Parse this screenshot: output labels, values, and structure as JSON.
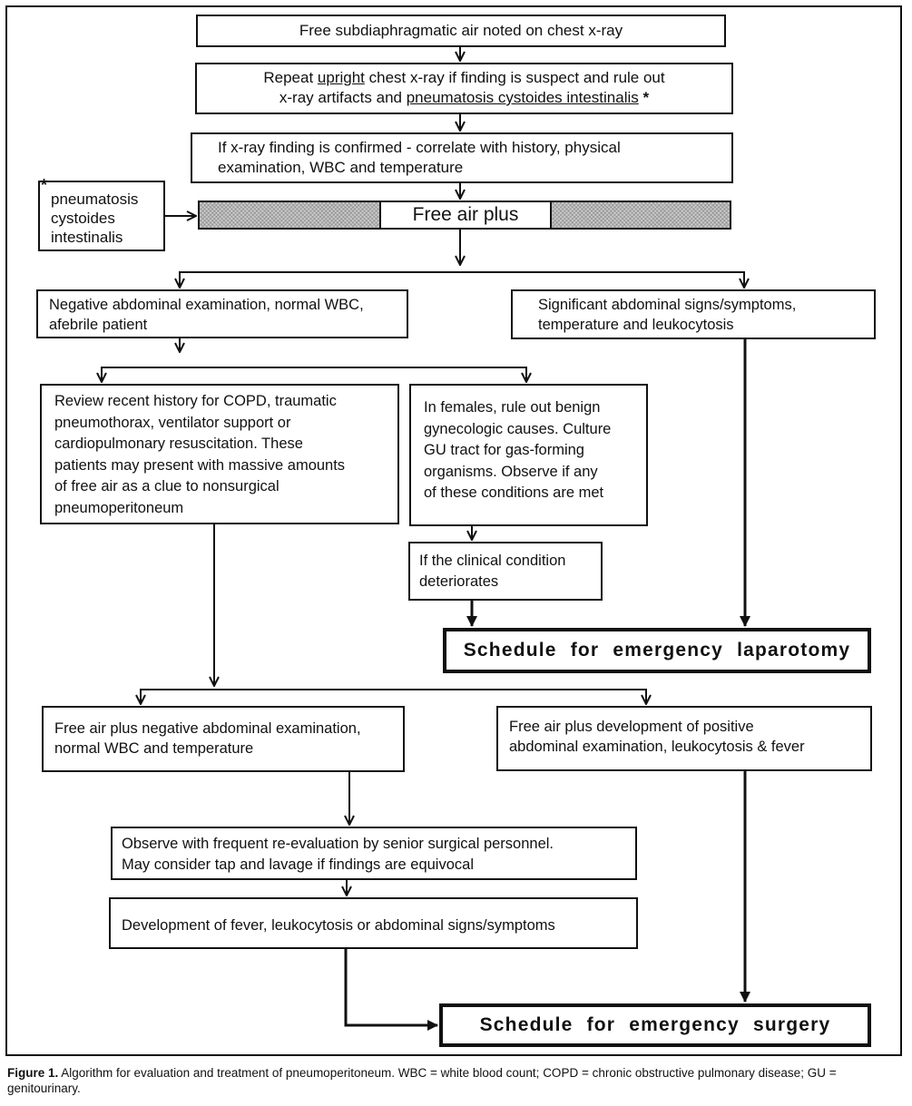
{
  "nodes": {
    "n1": "Free subdiaphragmatic air noted on chest x-ray",
    "n2": {
      "line1_a": "Repeat ",
      "line1_u": "upright",
      "line1_b": " chest x-ray if finding is suspect and rule out",
      "line2_a": "x-ray artifacts and ",
      "line2_u": "pneumatosis cystoides intestinalis",
      "line2_star": " *"
    },
    "n3": {
      "line1": "If x-ray finding is confirmed - correlate with history, physical",
      "line2": "examination, WBC and temperature"
    },
    "free_air_plus": "Free air plus",
    "note": {
      "star": "*",
      "line1": "pneumatosis",
      "line2": "cystoides",
      "line3": "intestinalis"
    },
    "neg_exam": {
      "line1": "Negative abdominal examination, normal WBC,",
      "line2": "afebrile patient"
    },
    "sig_signs": {
      "line1": "Significant abdominal signs/symptoms,",
      "line2": "temperature and leukocytosis"
    },
    "review": {
      "line1": "Review recent history for COPD, traumatic",
      "line2": "pneumothorax, ventilator support or",
      "line3": "cardiopulmonary resuscitation.  These",
      "line4": "patients may present with massive amounts",
      "line5": "of free air as a clue to nonsurgical",
      "line6": "pneumoperitoneum"
    },
    "females": {
      "line1": "In females, rule out benign",
      "line2": "gynecologic causes.  Culture",
      "line3": "GU tract for gas-forming",
      "line4": "organisms.  Observe if any",
      "line5": "of these conditions are met"
    },
    "deteriorates": {
      "line1": "If the clinical condition",
      "line2": "deteriorates"
    },
    "laparotomy": "Schedule for emergency laparotomy",
    "neg_free_air": {
      "line1": "Free air plus negative abdominal examination,",
      "line2": "normal WBC and temperature"
    },
    "pos_free_air": {
      "line1": "Free air plus development of positive",
      "line2": "abdominal examination, leukocytosis & fever"
    },
    "observe": {
      "line1": "Observe with frequent re-evaluation by senior surgical personnel.",
      "line2": "May consider tap and lavage if findings are equivocal"
    },
    "fever_dev": "Development of fever, leukocytosis or abdominal signs/symptoms",
    "surgery": "Schedule for emergency surgery"
  },
  "caption": {
    "label": "Figure 1.",
    "text": " Algorithm for evaluation and treatment of pneumoperitoneum. WBC = white blood count; COPD = chronic obstructive pulmonary disease; GU = genitourinary."
  }
}
